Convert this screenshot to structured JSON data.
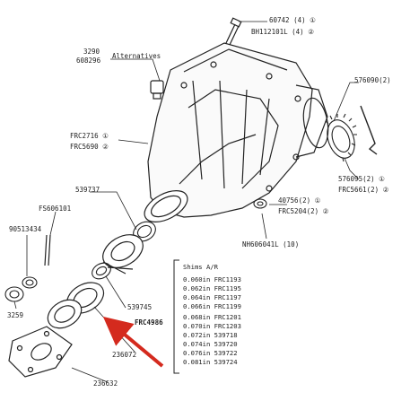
{
  "callouts": {
    "top_right_1": "60742 (4) ①",
    "top_right_2": "BH112101L (4) ②",
    "alt_parts_1": "3290",
    "alt_parts_2": "608296",
    "alternatives": "Alternatives",
    "frc_left_1": "FRC2716 ①",
    "frc_left_2": "FRC5690 ②",
    "right_top": "576090(2)",
    "right_mid_1": "576095(2) ①",
    "right_mid_2": "FRC5661(2) ②",
    "right_low_1": "40756(2) ①",
    "right_low_2": "FRC5204(2) ②",
    "nut": "NH606041L (10)",
    "p539737": "539737",
    "p90513434": "90513434",
    "p606101": "FS606101",
    "p3259": "3259",
    "p539745": "539745",
    "frc_arrow": "FRC4986",
    "p236072": "236072",
    "p236632": "236632"
  },
  "shims": {
    "header": "Shims A/R",
    "rows": [
      "0.060in FRC1193",
      "0.062in FRC1195",
      "0.064in FRC1197",
      "0.066in FRC1199",
      "0.068in FRC1201",
      "0.070in FRC1203",
      "0.072in 539718",
      "0.074in 539720",
      "0.076in 539722",
      "0.081in 539724"
    ]
  },
  "colors": {
    "line": "#222222",
    "arrow": "#d42a1e"
  }
}
